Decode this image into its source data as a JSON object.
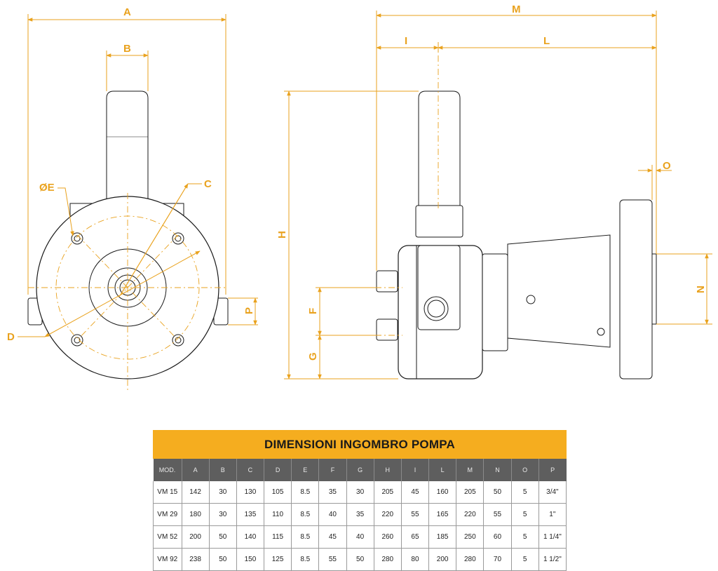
{
  "dimension_labels": {
    "A": "A",
    "B": "B",
    "C": "C",
    "D": "D",
    "E": "ØE",
    "F": "F",
    "G": "G",
    "H": "H",
    "I": "I",
    "L": "L",
    "M": "M",
    "N": "N",
    "O": "O",
    "P": "P"
  },
  "colors": {
    "dimension": "#e9a21e",
    "outline": "#1a1a1a",
    "header_band": "#f5ad1f",
    "column_header": "#5e5e5e"
  },
  "table": {
    "title": "DIMENSIONI INGOMBRO POMPA",
    "headers": [
      "MOD.",
      "A",
      "B",
      "C",
      "D",
      "E",
      "F",
      "G",
      "H",
      "I",
      "L",
      "M",
      "N",
      "O",
      "P"
    ],
    "rows": [
      [
        "VM 15",
        "142",
        "30",
        "130",
        "105",
        "8.5",
        "35",
        "30",
        "205",
        "45",
        "160",
        "205",
        "50",
        "5",
        "3/4\""
      ],
      [
        "VM 29",
        "180",
        "30",
        "135",
        "110",
        "8.5",
        "40",
        "35",
        "220",
        "55",
        "165",
        "220",
        "55",
        "5",
        "1\""
      ],
      [
        "VM 52",
        "200",
        "50",
        "140",
        "115",
        "8.5",
        "45",
        "40",
        "260",
        "65",
        "185",
        "250",
        "60",
        "5",
        "1 1/4\""
      ],
      [
        "VM 92",
        "238",
        "50",
        "150",
        "125",
        "8.5",
        "55",
        "50",
        "280",
        "80",
        "200",
        "280",
        "70",
        "5",
        "1 1/2\""
      ]
    ]
  }
}
